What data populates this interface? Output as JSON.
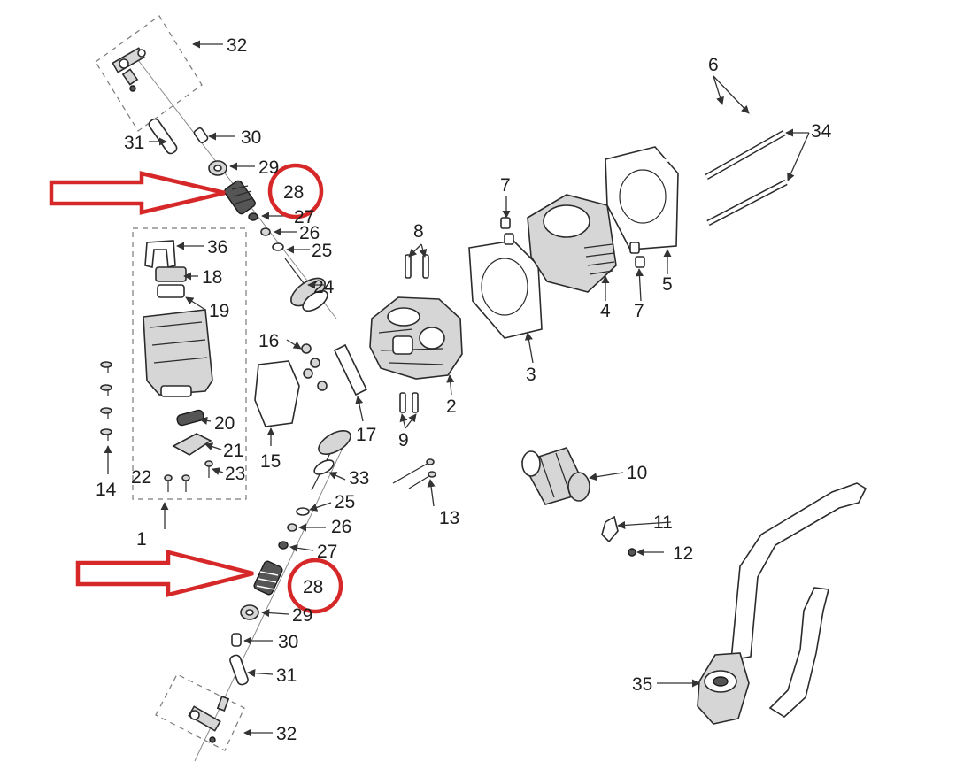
{
  "diagram": {
    "highlight_color": "#d62828",
    "line_color": "#2b2b2b",
    "part_labels": [
      "1",
      "2",
      "3",
      "4",
      "5",
      "6",
      "7",
      "7",
      "8",
      "9",
      "10",
      "11",
      "12",
      "13",
      "14",
      "15",
      "16",
      "17",
      "18",
      "19",
      "20",
      "21",
      "22",
      "23",
      "24",
      "25",
      "25",
      "26",
      "26",
      "27",
      "27",
      "28",
      "28",
      "29",
      "29",
      "30",
      "30",
      "31",
      "31",
      "32",
      "32",
      "33",
      "34",
      "35",
      "36"
    ]
  }
}
